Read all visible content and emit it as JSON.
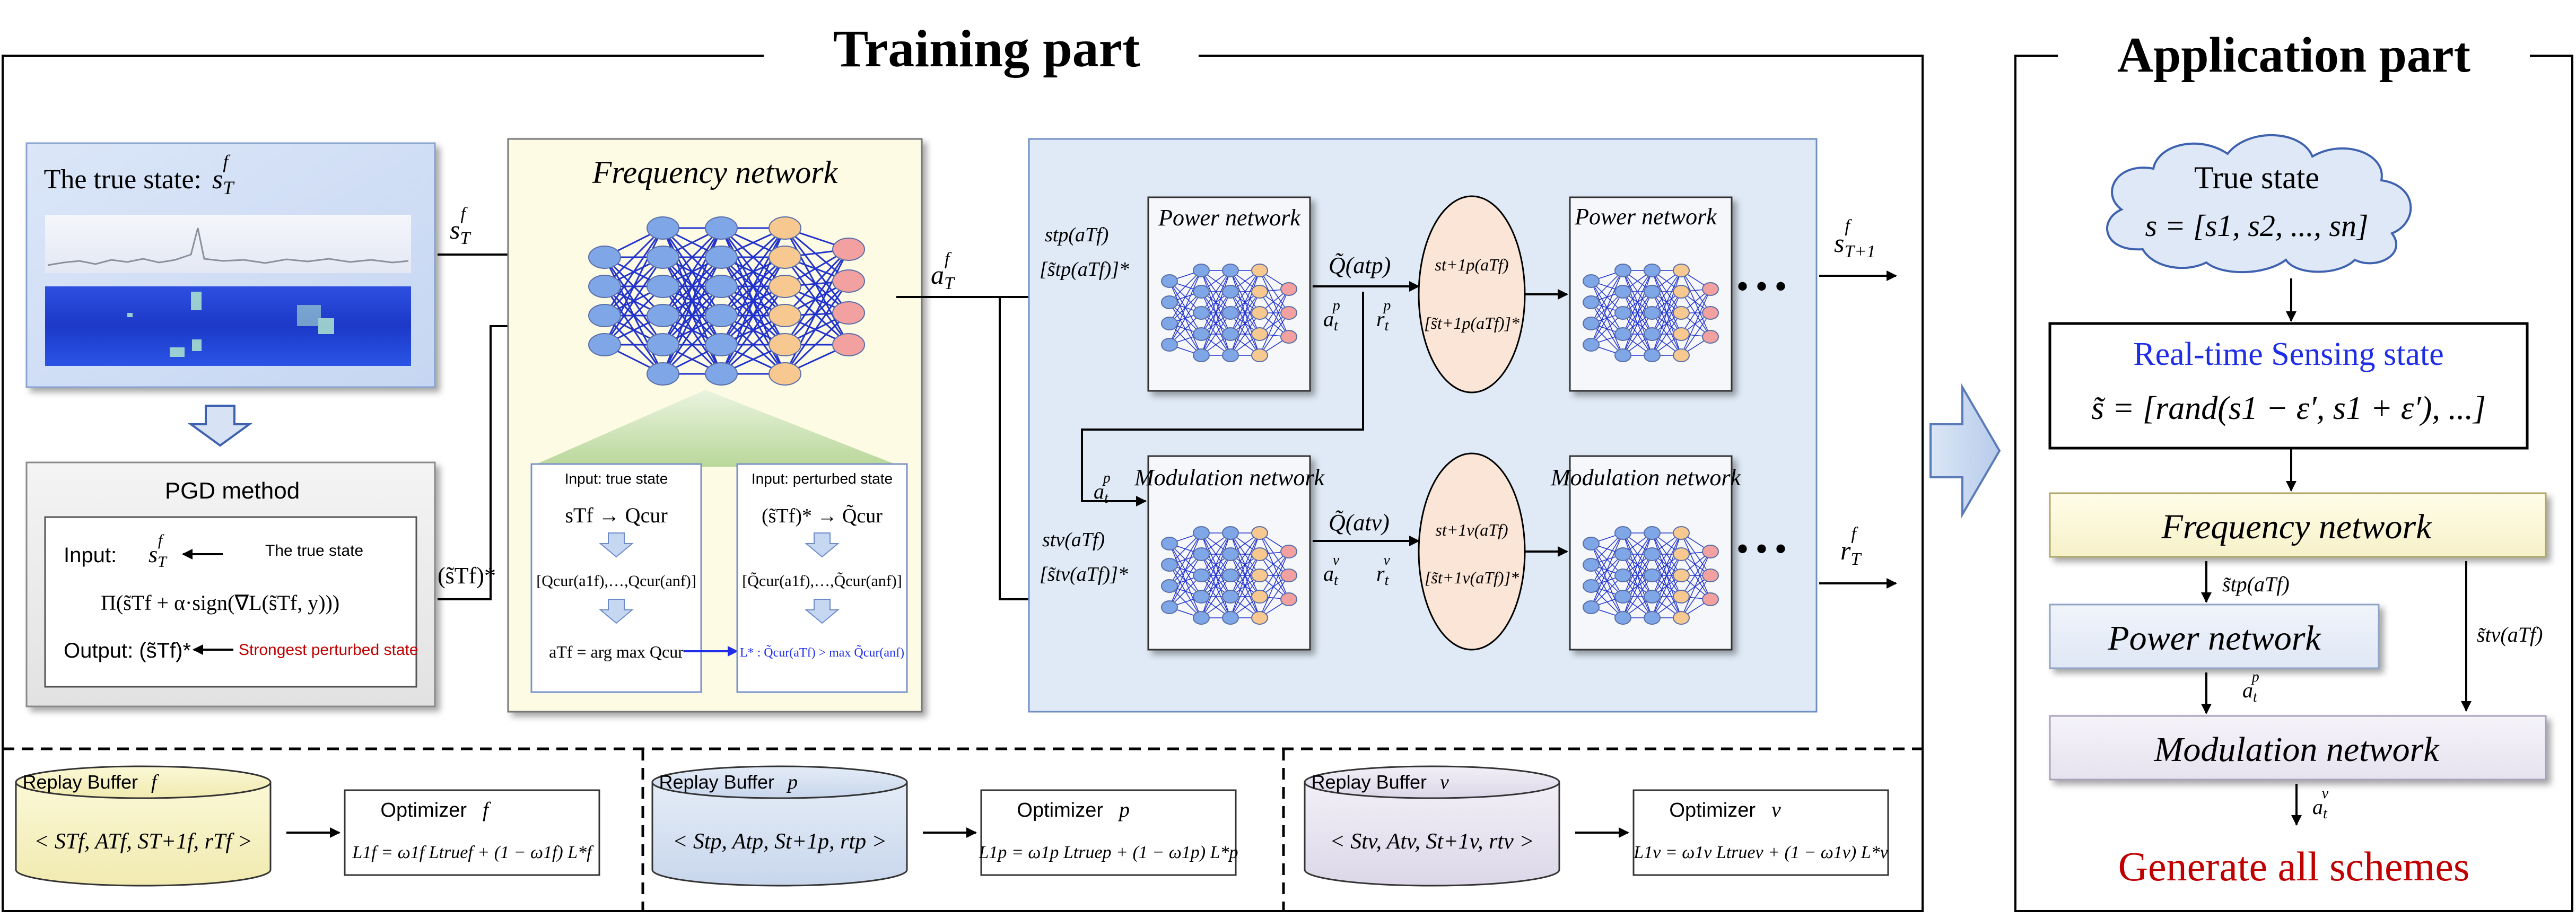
{
  "training": {
    "title": "Training part",
    "true_state_title": "The true state:",
    "true_state_symbol": "sTf",
    "pgd": {
      "title": "PGD method",
      "input_label": "Input:",
      "input_symbol": "sTf",
      "input_note": "The true state",
      "projection": "Π(s̃Tf + α·sign(∇L(s̃Tf, y)))",
      "output_label": "Output: (s̃Tf)*",
      "output_note": "Strongest perturbed state"
    },
    "frequency_network": {
      "title": "Frequency network",
      "input_true": {
        "title": "Input: true state",
        "line1": "sTf → Qcur",
        "line2": "[Qcur(a1f),…,Qcur(anf)]",
        "line3": "aTf = arg max Qcur"
      },
      "input_perturbed": {
        "title": "Input: perturbed state",
        "line1": "(s̃Tf)* → Q̃cur",
        "line2": "[Q̃cur(a1f),…,Q̃cur(anf)]",
        "line3": "L* : Q̃cur(aTf) > max Q̃cur(anf)"
      }
    },
    "labels": {
      "s_T_f": "sTf",
      "perturbed_s_T_f": "(s̃Tf)*",
      "a_T_f": "aTf",
      "s_t_p": "stp(aTf)",
      "perturbed_s_t_p": "[s̃tp(aTf)]*",
      "s_t_v": "stv(aTf)",
      "perturbed_s_t_v": "[s̃tv(aTf)]*",
      "a_t_p_feed": "atp",
      "q_p": "Q̃(atp)",
      "a_t_p": "atp",
      "r_t_p": "rtp",
      "q_v": "Q̃(atv)",
      "a_t_v": "atv",
      "r_t_v": "rtv",
      "s_next_p": "st+1p(aTf)",
      "perturbed_s_next_p": "[s̃t+1p(aTf)]*",
      "s_next_v": "st+1v(aTf)",
      "perturbed_s_next_v": "[s̃t+1v(aTf)]*",
      "s_T1_f": "sT+1f",
      "r_T_f": "rTf",
      "ellipsis": "• • •"
    },
    "power_network_title": "Power network",
    "modulation_network_title": "Modulation network",
    "buffers": [
      {
        "title": "Replay Buffer",
        "sym": "f",
        "content": "< STf, ATf, ST+1f, rTf >",
        "optimizer": "Optimizer",
        "opt_sym": "f",
        "loss": "L1f = ω1f Ltruef + (1 − ω1f) L*f"
      },
      {
        "title": "Replay Buffer",
        "sym": "p",
        "content": "< Stp, Atp, St+1p, rtp >",
        "optimizer": "Optimizer",
        "opt_sym": "p",
        "loss": "L1p = ω1p Ltruep + (1 − ω1p) L*p"
      },
      {
        "title": "Replay Buffer",
        "sym": "v",
        "content": "< Stv, Atv, St+1v, rtv >",
        "optimizer": "Optimizer",
        "opt_sym": "v",
        "loss": "L1v = ω1v Ltruev + (1 − ω1v) L*v"
      }
    ]
  },
  "application": {
    "title": "Application part",
    "cloud_title": "True state",
    "cloud_formula": "s = [s1, s2, ..., sn]",
    "sensing_title": "Real-time Sensing state",
    "sensing_formula": "s̃ = [rand(s1 − ε′, s1 + ε′), ...]",
    "frequency": "Frequency network",
    "power": "Power network",
    "modulation": "Modulation network",
    "label_sp": "s̃tp(aTf)",
    "label_sv": "s̃tv(aTf)",
    "label_ap": "atp",
    "label_av": "atv",
    "result": "Generate all schemes"
  },
  "colors": {
    "frequency_panel": "#fdfbe4",
    "network_panel": "#dfeaf6",
    "neuron_blue": "#7fa6e6",
    "neuron_orange": "#f7c890",
    "neuron_pink": "#f2a0a0",
    "edge_blue": "#2233cc",
    "ellipse": "#fbe5d6",
    "result_red": "#c00000",
    "sensing_blue": "#1f2ee6"
  }
}
